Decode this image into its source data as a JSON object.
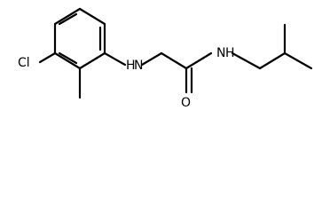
{
  "molecule": {
    "atoms": {
      "chlorine": "Cl",
      "amine_nh": "H",
      "amide_nh": "H",
      "amine_n": "N",
      "amide_n": "N",
      "carbonyl_o": "O"
    }
  }
}
